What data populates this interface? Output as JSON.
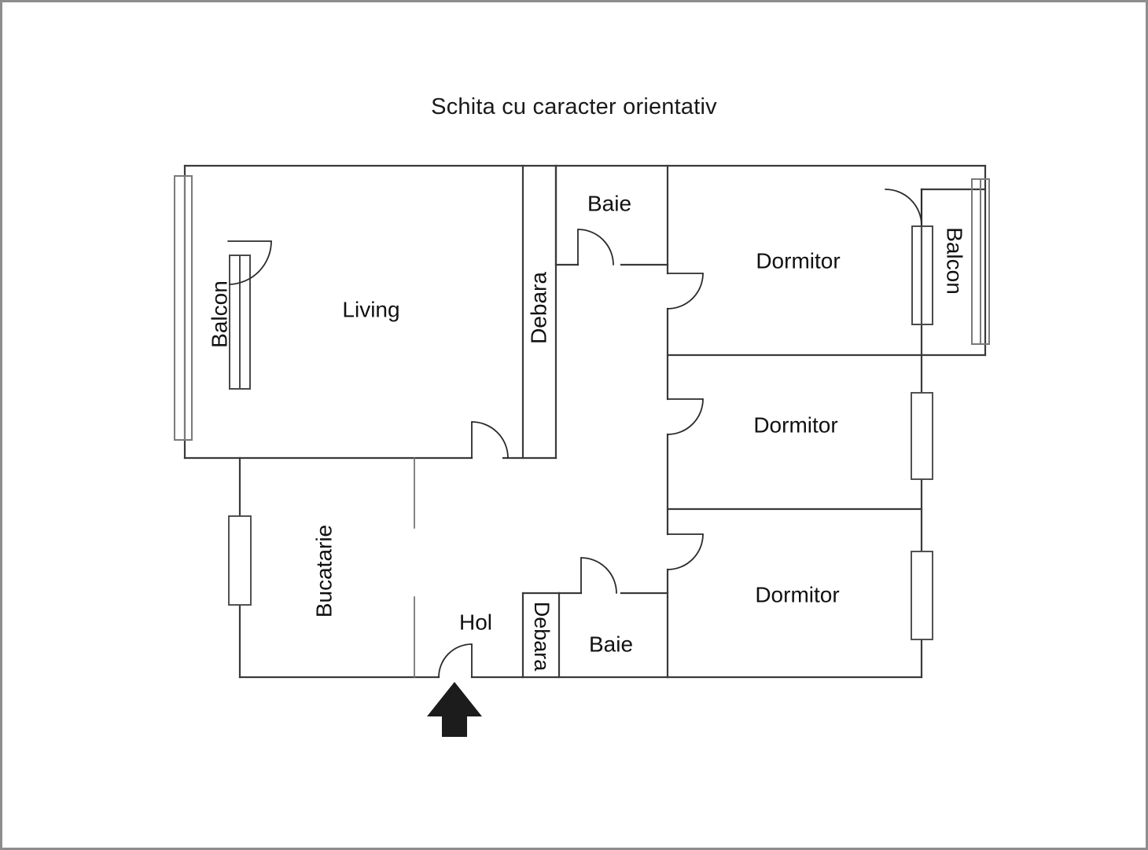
{
  "document": {
    "title": "Schita cu caracter orientativ",
    "type": "floor-plan",
    "language": "ro",
    "border_color": "#8d8d8d",
    "wall_color": "#3a3a3a",
    "thin_wall_color": "#7a7a7a",
    "background_color": "#ffffff",
    "arrow_color": "#1c1c1c"
  },
  "rooms": [
    {
      "id": "balcon-left",
      "label": "Balcon",
      "orientation": "vertical-ccw",
      "side": "left"
    },
    {
      "id": "living",
      "label": "Living",
      "orientation": "horizontal",
      "side": "left"
    },
    {
      "id": "debara-top",
      "label": "Debara",
      "orientation": "vertical-ccw",
      "side": "center"
    },
    {
      "id": "baie-top",
      "label": "Baie",
      "orientation": "horizontal",
      "side": "center"
    },
    {
      "id": "dormitor-1",
      "label": "Dormitor",
      "orientation": "horizontal",
      "side": "right"
    },
    {
      "id": "balcon-right",
      "label": "Balcon",
      "orientation": "vertical-cw",
      "side": "right"
    },
    {
      "id": "dormitor-2",
      "label": "Dormitor",
      "orientation": "horizontal",
      "side": "right"
    },
    {
      "id": "dormitor-3",
      "label": "Dormitor",
      "orientation": "horizontal",
      "side": "right"
    },
    {
      "id": "bucatarie",
      "label": "Bucatarie",
      "orientation": "vertical-ccw",
      "side": "left"
    },
    {
      "id": "hol",
      "label": "Hol",
      "orientation": "horizontal",
      "side": "center"
    },
    {
      "id": "debara-bottom",
      "label": "Debara",
      "orientation": "vertical-cw",
      "side": "center"
    },
    {
      "id": "baie-bottom",
      "label": "Baie",
      "orientation": "horizontal",
      "side": "center"
    }
  ],
  "labels": {
    "balcon_left": "Balcon",
    "living": "Living",
    "debara_top": "Debara",
    "baie_top": "Baie",
    "dormitor_1": "Dormitor",
    "balcon_right": "Balcon",
    "dormitor_2": "Dormitor",
    "dormitor_3": "Dormitor",
    "bucatarie": "Bucatarie",
    "hol": "Hol",
    "debara_bottom": "Debara",
    "baie_bottom": "Baie"
  },
  "features": {
    "entrance_marker": "up-arrow",
    "entrance_label": "",
    "windows_count": 7,
    "doors_count": 8,
    "balconies_count": 2,
    "bedrooms_count": 3,
    "bathrooms_count": 2,
    "storage_count": 2
  }
}
